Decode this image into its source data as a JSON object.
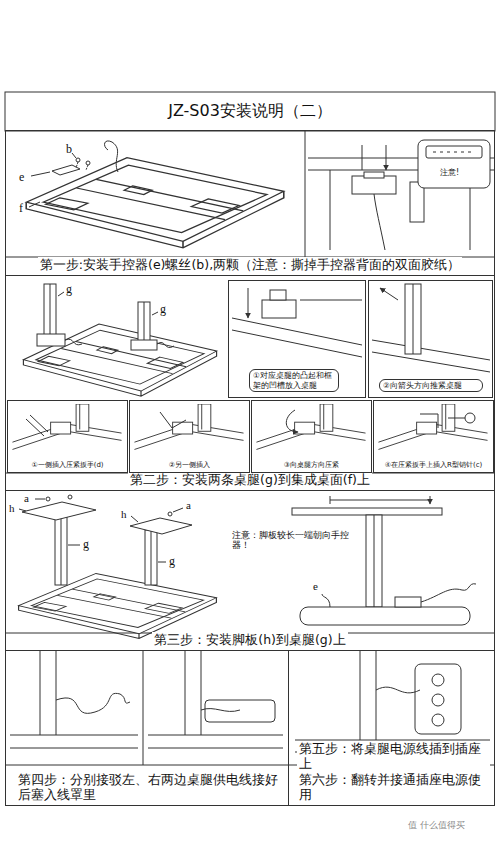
{
  "diagram": {
    "title": "JZ-S03安装说明（二）",
    "nodes": [
      {
        "text": [
          "第一步:安装手控器(e)螺丝(b),两颗（注意：撕掉手控器背面的双面胶纸）"
        ]
      },
      {
        "text": [
          "第二步：安装两条桌腿(g)到集成桌面(f)上"
        ]
      },
      {
        "text": [
          "①对应桌腿的凸起和框架的凹槽放入桌腿"
        ],
        "in": 1
      },
      {
        "text": [
          "②向箭头方向推紧桌腿"
        ],
        "in": 1
      },
      {
        "text": [
          "①一侧插入压紧扳手(d)"
        ],
        "in": 1
      },
      {
        "text": [
          "②另一侧插入"
        ],
        "in": 1
      },
      {
        "text": [
          "③向桌腿方向压紧"
        ],
        "in": 1
      },
      {
        "text": [
          "④在压紧扳手上插入R型销针(c)"
        ],
        "in": 1
      },
      {
        "text": [
          "第三步：安装脚板(h)到桌腿(g)上"
        ]
      },
      {
        "text": [
          "第四步：分别接驳左、右两边桌腿供电线接好后塞入线罩里"
        ]
      },
      {
        "text": [
          "第五步：将桌腿电源线插到插座上",
          "第六步：翻转并接通插座电源使用"
        ]
      }
    ],
    "labels": [
      "b",
      "e",
      "f",
      "注意!",
      "g",
      "g",
      "a",
      "h",
      "a",
      "h",
      "g",
      "g",
      "注意：脚板较长一端朝向手控器！",
      "e",
      "值 什么值得买"
    ]
  }
}
